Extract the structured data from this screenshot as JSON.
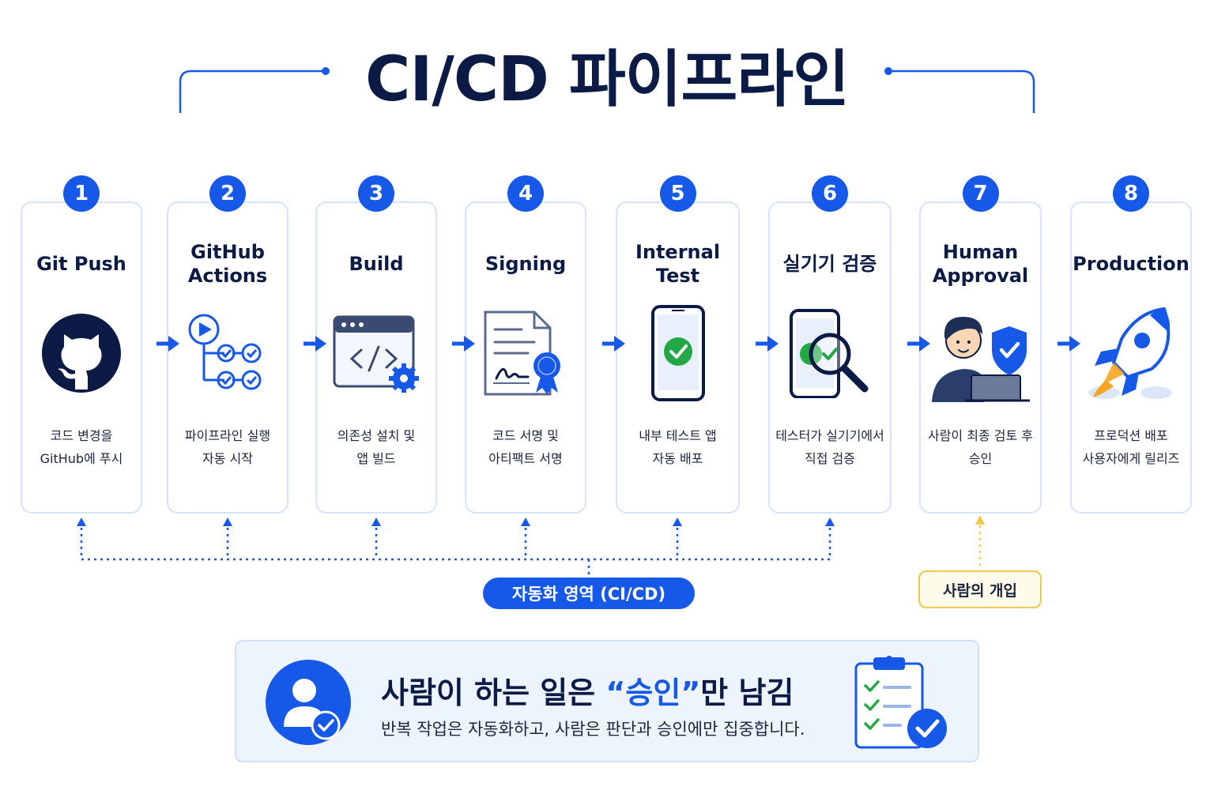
{
  "title": "CI/CD 파이프라인",
  "colors": {
    "accent": "#1658e8",
    "navy": "#0b1b45",
    "card_border": "#d6e4fb",
    "human": "#f2c94c",
    "success": "#22a845"
  },
  "steps": [
    {
      "number": "1",
      "title": "Git Push",
      "desc_lines": [
        "코드 변경을",
        "GitHub에 푸시"
      ],
      "icon": "github-icon"
    },
    {
      "number": "2",
      "title": "GitHub Actions",
      "desc_lines": [
        "파이프라인 실행",
        "자동 시작"
      ],
      "icon": "workflow-icon"
    },
    {
      "number": "3",
      "title": "Build",
      "desc_lines": [
        "의존성 설치 및",
        "앱 빌드"
      ],
      "icon": "code-build-icon"
    },
    {
      "number": "4",
      "title": "Signing",
      "desc_lines": [
        "코드 서명 및",
        "아티팩트 서명"
      ],
      "icon": "signed-document-icon"
    },
    {
      "number": "5",
      "title": "Internal Test",
      "desc_lines": [
        "내부 테스트 앱",
        "자동 배포"
      ],
      "icon": "phone-check-icon"
    },
    {
      "number": "6",
      "title": "실기기 검증",
      "desc_lines": [
        "테스터가 실기기에서",
        "직접 검증"
      ],
      "icon": "phone-magnifier-icon"
    },
    {
      "number": "7",
      "title": "Human Approval",
      "desc_lines": [
        "사람이 최종 검토 후",
        "승인"
      ],
      "icon": "person-shield-icon"
    },
    {
      "number": "8",
      "title": "Production",
      "desc_lines": [
        "프로덕션 배포",
        "사용자에게 릴리즈"
      ],
      "icon": "rocket-icon"
    }
  ],
  "automation_label": "자동화 영역 (CI/CD)",
  "human_label": "사람의 개입",
  "summary": {
    "headline_pre": "사람이 하는 일은 ",
    "headline_highlight": "“승인”",
    "headline_post": "만 남김",
    "subtitle": "반복 작업은 자동화하고, 사람은 판단과 승인에만 집중합니다."
  }
}
